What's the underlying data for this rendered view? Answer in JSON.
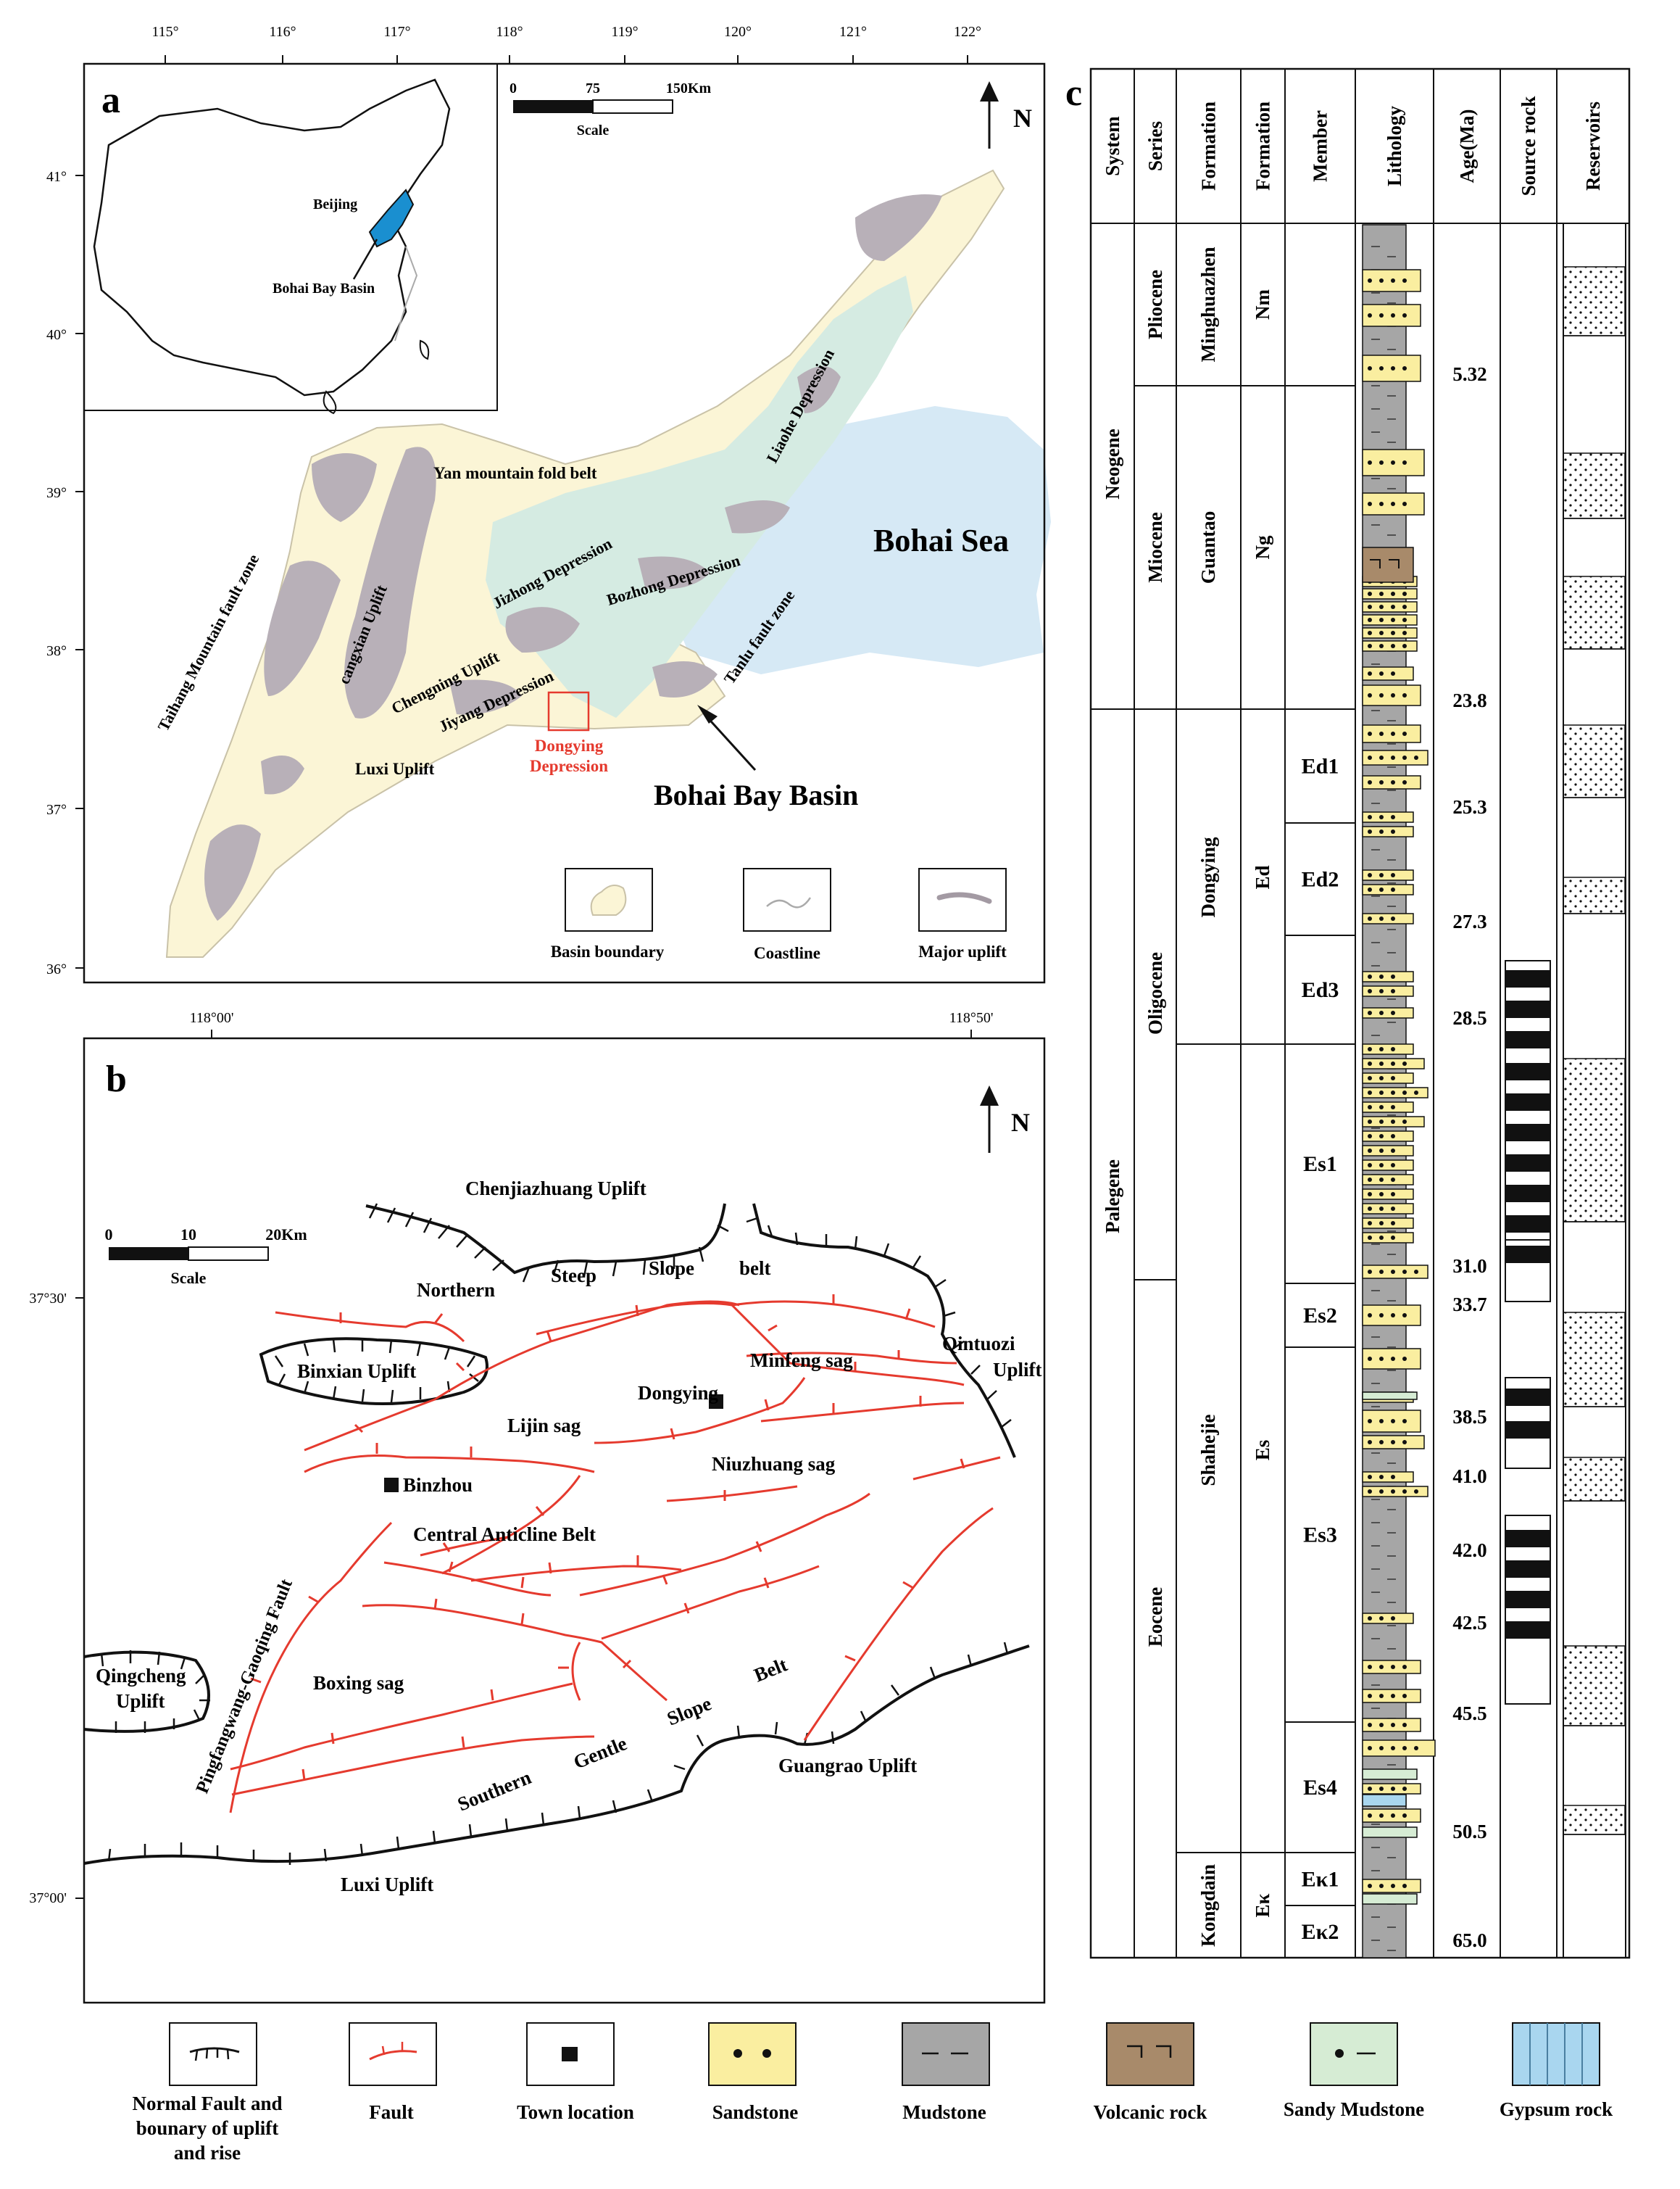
{
  "panel_a": {
    "letter": "a",
    "lon_ticks": [
      "115°",
      "116°",
      "117°",
      "118°",
      "119°",
      "120°",
      "121°",
      "122°"
    ],
    "lat_ticks": [
      "41°",
      "40°",
      "39°",
      "38°",
      "37°",
      "36°"
    ],
    "scale": {
      "ticks": [
        "0",
        "75",
        "150Km"
      ],
      "label": "Scale"
    },
    "north": "N",
    "inset": {
      "beijing": "Beijing",
      "basin": "Bohai Bay Basin"
    },
    "labels": {
      "yan": "Yan mountain fold belt",
      "liaohe": "Liaohe Depression",
      "bohai_sea": "Bohai Sea",
      "taihang": "Taihang Mountain fault zone",
      "cangxian": "cangxian Uplift",
      "jizhong": "Jizhong Depression",
      "bozhong": "Bozhong Depression",
      "tanlu": "Tanlu  fault  zone",
      "chengning": "Chengning Uplift",
      "jiyang": "Jiyang Depression",
      "dongying1": "Dongying",
      "dongying2": "Depression",
      "luxi": "Luxi Uplift",
      "basin": "Bohai Bay Basin"
    },
    "legend": [
      "Basin boundary",
      "Coastline",
      "Major uplift"
    ],
    "colors": {
      "basin": "#fbf5d6",
      "depression": "#d5ebe2",
      "uplift": "#b8b0b8",
      "sea": "#d6e9f5",
      "red": "#e53a2e",
      "blue": "#1a8fd0"
    }
  },
  "panel_b": {
    "letter": "b",
    "lon_ticks": [
      "118°00'",
      "118°50'"
    ],
    "lat_ticks": [
      "37°30'",
      "37°00'"
    ],
    "scale": {
      "ticks": [
        "0",
        "10",
        "20Km"
      ],
      "label": "Scale"
    },
    "north": "N",
    "labels": {
      "chenjiazhuang": "Chenjiazhuang Uplift",
      "northern": "Northern",
      "steep": "Steep",
      "slope": "Slope",
      "belt": "belt",
      "qintuozi1": "Qintuozi",
      "qintuozi2": "Uplift",
      "binxian": "Binxian Uplift",
      "minfeng": "Minfeng sag",
      "dongying": "Dongying",
      "lijin": "Lijin sag",
      "niuzhuang": "Niuzhuang sag",
      "binzhou": "Binzhou",
      "central": "Central Anticline Belt",
      "pingfangwang": "Pingfangwang-Gaoqing Fault",
      "qingcheng1": "Qingcheng",
      "qingcheng2": "Uplift",
      "boxing": "Boxing sag",
      "southern": "Southern",
      "gentle": "Gentle",
      "slope2": "Slope",
      "belt2": "Belt",
      "guangrao": "Guangrao Uplift",
      "luxi": "Luxi Uplift"
    }
  },
  "panel_c": {
    "letter": "c",
    "headers": [
      "System",
      "Series",
      "Formation",
      "Formation",
      "Member",
      "Lithology",
      "Age(Ma)",
      "Source rock",
      "Reservoirs"
    ],
    "systems": [
      "Neogene",
      "Palegene"
    ],
    "series": [
      "Pliocene",
      "Miocene",
      "Oligocene",
      "Eocene"
    ],
    "formations": [
      "Minghuazhen",
      "Guantao",
      "Dongying",
      "Shahejie",
      "Kongdain"
    ],
    "formation_codes": [
      "Nm",
      "Ng",
      "Ed",
      "Es",
      "Eκ"
    ],
    "members": [
      "Ed1",
      "Ed2",
      "Ed3",
      "Es1",
      "Es2",
      "Es3",
      "Es4",
      "Eκ1",
      "Eκ2"
    ],
    "ages": [
      "5.32",
      "23.8",
      "25.3",
      "27.3",
      "28.5",
      "31.0",
      "33.7",
      "38.5",
      "41.0",
      "42.0",
      "42.5",
      "45.5",
      "50.5",
      "65.0"
    ]
  },
  "legend": {
    "items": [
      "Normal Fault and bounary of uplift and rise",
      "Fault",
      "Town location",
      "Sandstone",
      "Mudstone",
      "Volcanic rock",
      "Sandy Mudstone",
      "Gypsum rock"
    ],
    "colors": {
      "sandstone": "#faeea0",
      "mudstone": "#a6a6a6",
      "volcanic": "#a88a6a",
      "sandy_mudstone": "#d6ecd4",
      "gypsum": "#a9d6ef",
      "fault": "#e53a2e"
    }
  }
}
